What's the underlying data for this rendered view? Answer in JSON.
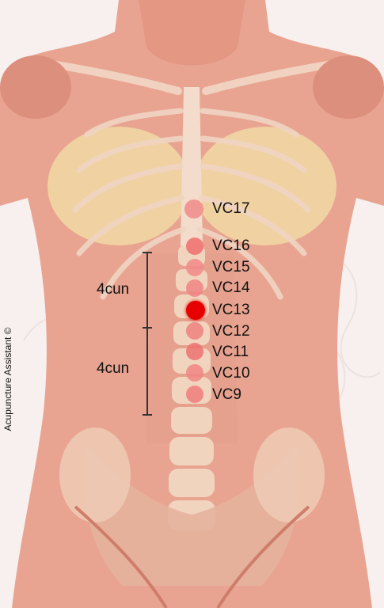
{
  "credit": "Acupuncture Assistant ©",
  "measures": [
    {
      "label": "4cun"
    },
    {
      "label": "4cun"
    }
  ],
  "points": [
    {
      "label": "VC17",
      "color": "#ef8a8a",
      "emphasis": false
    },
    {
      "label": "VC16",
      "color": "#ee6f6f",
      "emphasis": false
    },
    {
      "label": "VC15",
      "color": "#f28a8a",
      "emphasis": false
    },
    {
      "label": "VC14",
      "color": "#f08585",
      "emphasis": false
    },
    {
      "label": "VC13",
      "color": "#e60000",
      "emphasis": true
    },
    {
      "label": "VC12",
      "color": "#ef8080",
      "emphasis": false
    },
    {
      "label": "VC11",
      "color": "#ec7272",
      "emphasis": false
    },
    {
      "label": "VC10",
      "color": "#f08585",
      "emphasis": false
    },
    {
      "label": "VC9",
      "color": "#f07c7c",
      "emphasis": false
    }
  ],
  "colors": {
    "muscle": "#e7a08c",
    "muscle_dark": "#cf7d6b",
    "bone": "#f2d6c2",
    "fat": "#f3dca0",
    "background": "#f7f0ee"
  }
}
